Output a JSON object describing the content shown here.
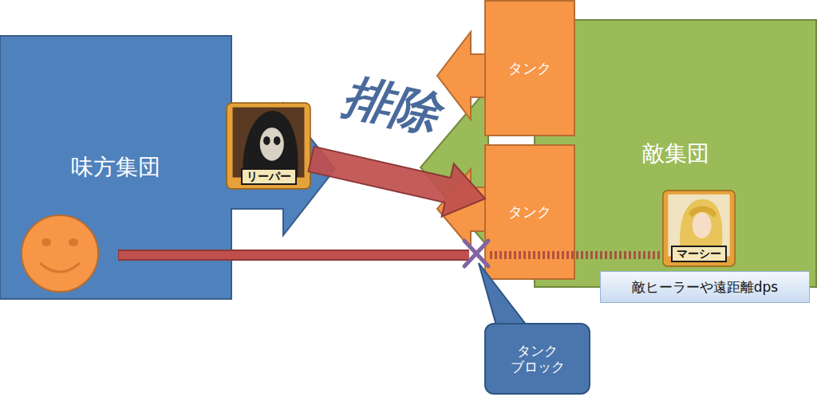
{
  "diagram": {
    "nodes": [
      {
        "text": [
          "味方集団"
        ]
      },
      {
        "text": [
          "リーパー"
        ],
        "in": 0
      },
      {
        "text": [
          "敵集団"
        ]
      },
      {
        "text": [
          "タンク"
        ],
        "in": 2
      },
      {
        "text": [
          "タンク"
        ],
        "in": 2
      },
      {
        "text": [
          "マーシー"
        ],
        "in": 2
      },
      {
        "text": [
          "敵ヒーラーや遠距離dps"
        ]
      },
      {
        "text": [
          "タンク ブロック"
        ]
      }
    ],
    "edges": [
      {
        "from": 1,
        "to": 4,
        "label": "排除",
        "arrow": "to"
      }
    ]
  }
}
